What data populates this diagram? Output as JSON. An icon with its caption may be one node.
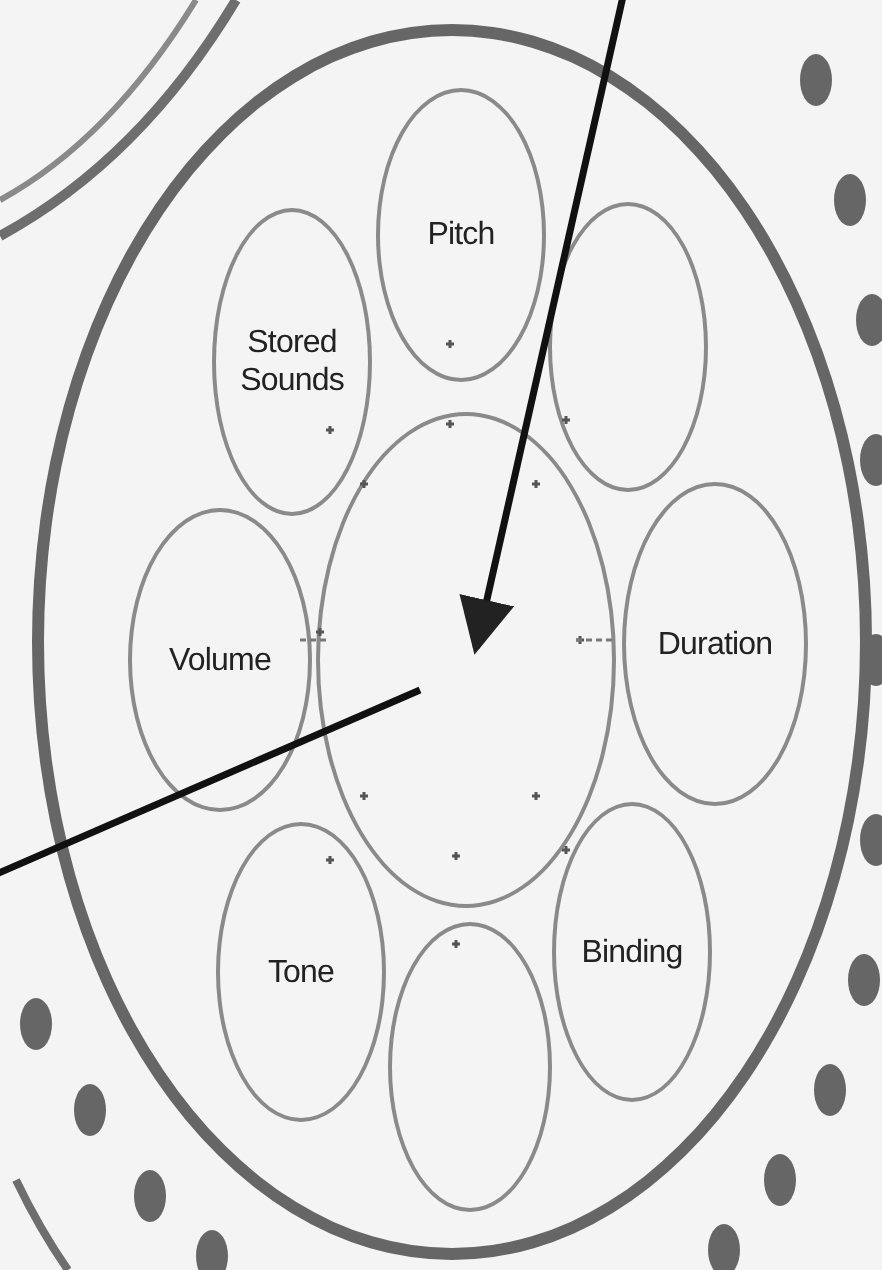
{
  "diagram": {
    "nodes": [
      {
        "text": [],
        "shape": "circle"
      },
      {
        "text": [],
        "shape": "circle",
        "in": 0
      },
      {
        "text": [
          "Pitch"
        ],
        "in": 0
      },
      {
        "text": [
          "Stored Sounds"
        ],
        "in": 0
      },
      {
        "text": [],
        "shape": "circle",
        "in": 0
      },
      {
        "text": [
          "Volume"
        ],
        "in": 0
      },
      {
        "text": [
          "Duration"
        ],
        "in": 0
      },
      {
        "text": [
          "Tone"
        ],
        "in": 0
      },
      {
        "text": [
          "Binding"
        ],
        "in": 0
      },
      {
        "text": [],
        "shape": "circle",
        "in": 0
      }
    ],
    "edges": [
      {
        "from": null,
        "to": 1,
        "arrow": "to"
      },
      {
        "from": null,
        "to": 1,
        "arrow": "none"
      }
    ]
  }
}
